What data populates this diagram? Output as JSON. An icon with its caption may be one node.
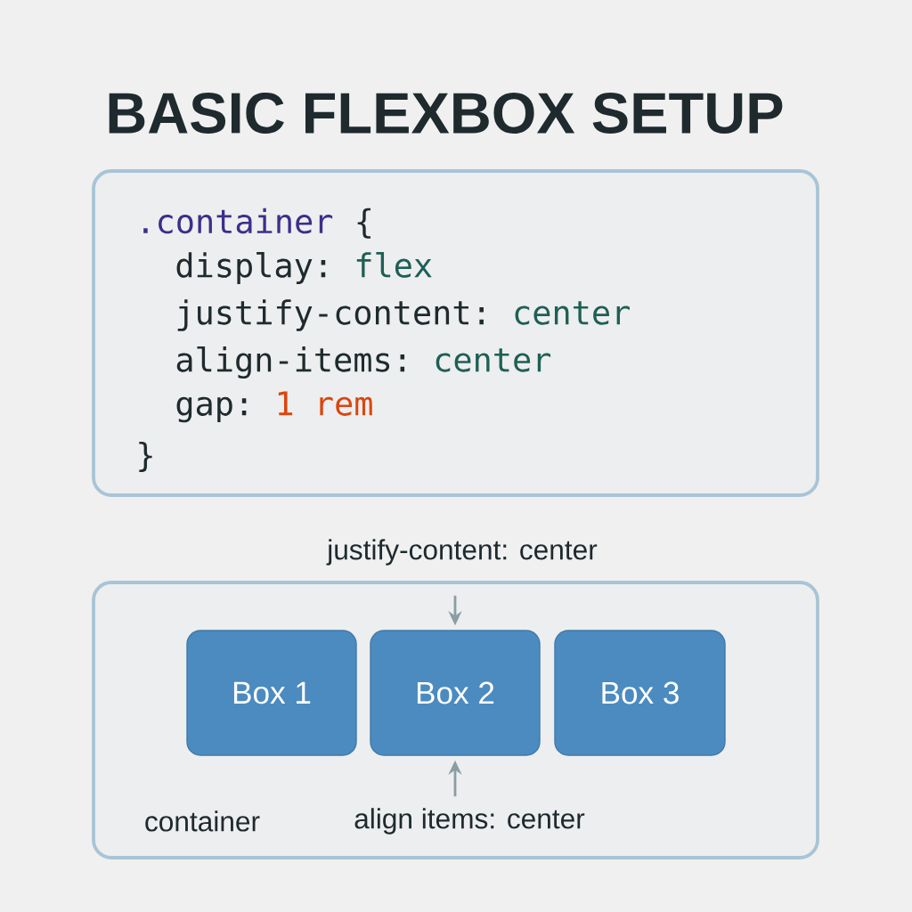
{
  "diagram": {
    "title": "BASIC FLEXBOX SETUP",
    "nodes": [
      {
        "text": [
          ".container",
          "{",
          "display:",
          "flex",
          "justify-content:",
          "center",
          "align-items:",
          "center",
          "gap:",
          "1 rem",
          "}"
        ]
      },
      {
        "text": [
          "container"
        ]
      },
      {
        "text": [
          "Box 1"
        ],
        "in": 1
      },
      {
        "text": [
          "Box 2"
        ],
        "in": 1
      },
      {
        "text": [
          "Box 3"
        ],
        "in": 1
      },
      {
        "text": [
          "justify-content: center"
        ]
      },
      {
        "text": [
          "align items: center"
        ],
        "in": 1
      }
    ],
    "edges": [
      {
        "from": 5,
        "to": 3,
        "arrow": "to"
      },
      {
        "from": 6,
        "to": 3,
        "arrow": "to"
      }
    ]
  }
}
